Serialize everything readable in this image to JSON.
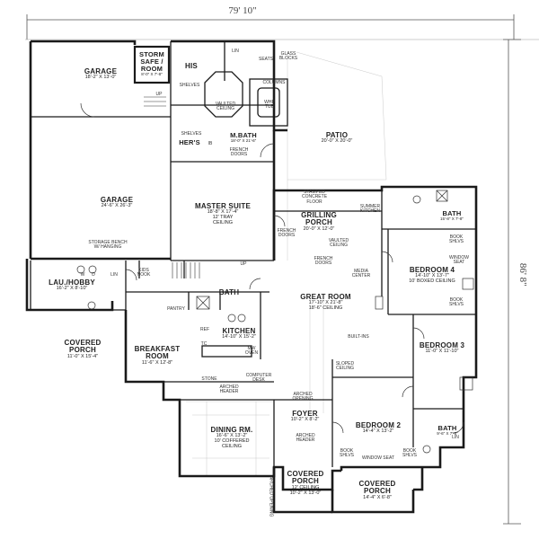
{
  "overall": {
    "width": "79' 10\"",
    "depth": "86' 8\""
  },
  "rooms": {
    "garage1": {
      "name": "GARAGE",
      "dim": "18'-2\" X 13'-0\""
    },
    "storm": {
      "name1": "STORM",
      "name2": "SAFE /",
      "name3": "ROOM",
      "dim": "8'-0\" X 7'-8\""
    },
    "his": {
      "name": "HIS"
    },
    "garage2": {
      "name": "GARAGE",
      "dim": "24'-6\" X 26'-3\""
    },
    "patio": {
      "name": "PATIO",
      "dim": "20'-0\" X 20'-0\""
    },
    "master_suite": {
      "name": "MASTER SUITE",
      "dim": "18'-8\" X 17'-4\"",
      "ceiling": "12' TRAY",
      "ceiling2": "CEILING"
    },
    "mbath": {
      "name": "M.BATH",
      "dim": "18'-0\" X 21'-6\""
    },
    "hers": {
      "name": "HER'S"
    },
    "grilling": {
      "name1": "GRILLING",
      "name2": "PORCH",
      "dim": "20'-0\" X 12'-0\""
    },
    "bath_ne": {
      "name": "BATH",
      "dim": "15'-8\" X 7'-8\""
    },
    "bedroom4": {
      "name": "BEDROOM 4",
      "dim": "14'-10\" X 13'-7\"",
      "ceiling": "10' BOXED CEILING"
    },
    "laundry": {
      "name": "LAU./HOBBY",
      "dim": "16'-2\" X 8'-10\""
    },
    "bath_mid": {
      "name": "BATH"
    },
    "great_room": {
      "name": "GREAT ROOM",
      "dim": "17'-10\" X 21'-8\"",
      "ceiling": "18'-6\" CEILING"
    },
    "kitchen": {
      "name": "KITCHEN",
      "dim": "14'-10\" X 15'-2\""
    },
    "bedroom3": {
      "name": "BEDROOM 3",
      "dim": "11'-0\" X 11'-10\""
    },
    "covered_porch_w": {
      "name1": "COVERED",
      "name2": "PORCH",
      "dim": "11'-0\" X 15'-4\""
    },
    "breakfast": {
      "name1": "BREAKFAST",
      "name2": "ROOM",
      "dim": "11'-6\" X 12'-8\""
    },
    "foyer": {
      "name": "FOYER",
      "dim": "10'-2\" X 8'-2\""
    },
    "dining": {
      "name": "DINING RM.",
      "dim": "16'-6\" X 13'-2\"",
      "ceiling": "10' COFFERED",
      "ceiling2": "CEILING"
    },
    "bedroom2": {
      "name": "BEDROOM 2",
      "dim": "14'-4\" X 13'-2\""
    },
    "bath_se": {
      "name": "BATH",
      "dim": "9'-6\" X 7'-8\""
    },
    "covered_porch_s": {
      "name1": "COVERED",
      "name2": "PORCH",
      "ceiling": "12' CEILING",
      "dim": "10'-2\" X 13'-0\""
    },
    "covered_porch_se": {
      "name1": "COVERED",
      "name2": "PORCH",
      "dim": "14'-4\" X 6'-8\""
    }
  },
  "notes": {
    "shelves": "SHELVES",
    "shelves2": "SHELVES",
    "lin1": "LIN",
    "seats": "SEATS",
    "glass1": "GLASS",
    "glass2": "BLOCKS",
    "vaulted1": "VAULTED",
    "vaulted2": "CEILING",
    "columns": "COLUMNS",
    "whp1": "WHP",
    "whp2": "TUB",
    "ib": "IB",
    "french1": "FRENCH",
    "french2": "DOORS",
    "up1": "UP",
    "stamped1": "STAMPED",
    "stamped2": "CONCRETE",
    "stamped3": "FLOOR",
    "summer1": "SUMMER",
    "summer2": "KITCHEN",
    "french_w1": "FRENCH",
    "french_w2": "DOORS",
    "vaulted_gp1": "VAULTED",
    "vaulted_gp2": "CEILING",
    "storage1": "STORAGE BENCH",
    "storage2": "W/ HANGING",
    "book1": "BOOK",
    "shlvs1": "SHLVS",
    "window_seat1": "WINDOW",
    "window_seat2": "SEAT",
    "french_g1": "FRENCH",
    "french_g2": "DOORS",
    "media1": "MEDIA",
    "media2": "CENTER",
    "kids1": "KIDS",
    "kids2": "NOOK",
    "up2": "UP",
    "lin2": "LIN",
    "w": "W",
    "d": "D",
    "pantry": "PANTRY",
    "ref": "REF",
    "book2": "BOOK",
    "shlvs2": "SHLVS",
    "builtins": "BUILT-INS",
    "sloped1": "SLOPED",
    "sloped2": "CEILING",
    "mw1": "MW",
    "mw2": "OVEN",
    "stone": "STONE",
    "computer1": "COMPUTER",
    "computer2": "DESK",
    "arched_hdr1": "ARCHED",
    "arched_hdr2": "HEADER",
    "arched_op1": "ARCHED",
    "arched_op2": "OPENING",
    "arched_hdr3": "ARCHED",
    "arched_hdr4": "HEADER",
    "book3": "BOOK",
    "shlvs3": "SHLVS",
    "window_seat_b2": "WINDOW SEAT",
    "book4": "BOOK",
    "shlvs4": "SHLVS",
    "lin3": "LIN",
    "arched_op_v": "ARCHED OPENING",
    "tc": "TC"
  }
}
